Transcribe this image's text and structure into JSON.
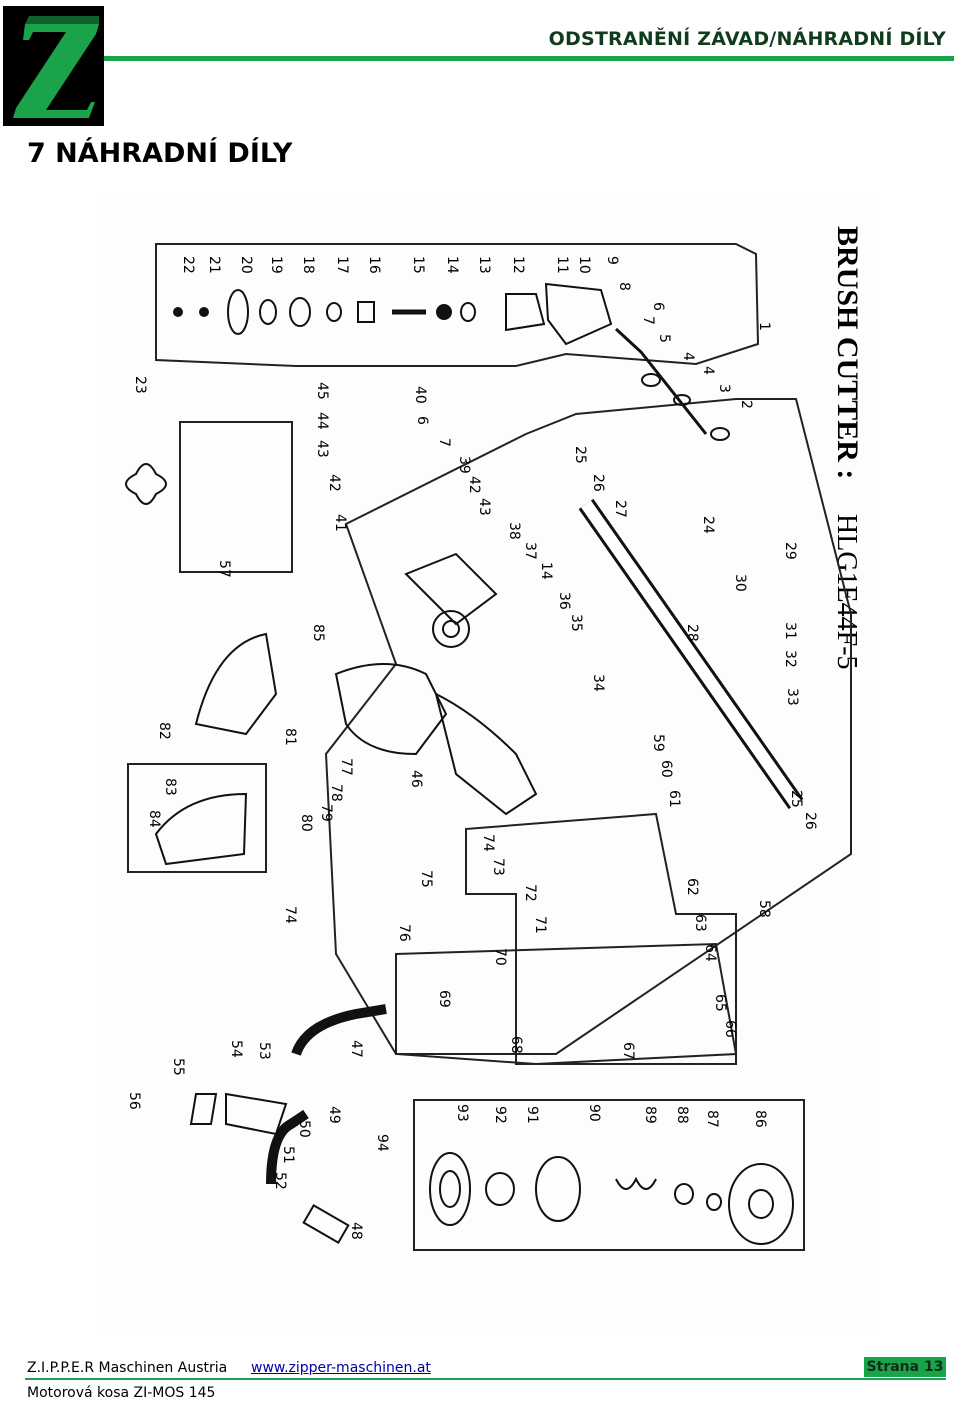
{
  "header": {
    "title": "ODSTRANĚNÍ ZÁVAD/NÁHRADNÍ DÍLY",
    "logo_letter": "Z"
  },
  "section": {
    "title": "7 NÁHRADNÍ DÍLY"
  },
  "diagram": {
    "heading": "BRUSH CUTTER :",
    "model": "HLG1E44F-5",
    "part_labels_top": [
      "22",
      "21",
      "20",
      "19",
      "18",
      "17",
      "16",
      "15",
      "14",
      "13",
      "12",
      "11",
      "10",
      "9",
      "8",
      "6",
      "7",
      "5",
      "4",
      "4",
      "3",
      "2",
      "1"
    ],
    "part_labels_mid": [
      "23",
      "45",
      "44",
      "43",
      "42",
      "41",
      "40",
      "6",
      "7",
      "39",
      "42",
      "43",
      "38",
      "37",
      "14",
      "36",
      "35",
      "34",
      "25",
      "26",
      "27",
      "24",
      "28",
      "29",
      "30",
      "31",
      "32",
      "33",
      "57",
      "85",
      "82",
      "81",
      "46"
    ],
    "part_labels_lower": [
      "83",
      "84",
      "77",
      "78",
      "79",
      "80",
      "75",
      "74",
      "76",
      "59",
      "60",
      "61",
      "25",
      "26",
      "74",
      "73",
      "72",
      "71",
      "70",
      "62",
      "63",
      "64",
      "58",
      "69",
      "68",
      "67",
      "65",
      "66",
      "47",
      "54",
      "53",
      "55",
      "56",
      "49",
      "50",
      "51",
      "52",
      "48",
      "94",
      "93",
      "92",
      "91",
      "90",
      "89",
      "88",
      "87",
      "86"
    ]
  },
  "footer": {
    "company": "Z.I.P.P.E.R Maschinen Austria",
    "website": "www.zipper-maschinen.at",
    "page": "Strana 13",
    "product": "Motorová kosa ZI-MOS 145"
  },
  "colors": {
    "brand_green": "#1aa34a",
    "header_text": "#0f3d1c",
    "logo_bg": "#000000"
  }
}
